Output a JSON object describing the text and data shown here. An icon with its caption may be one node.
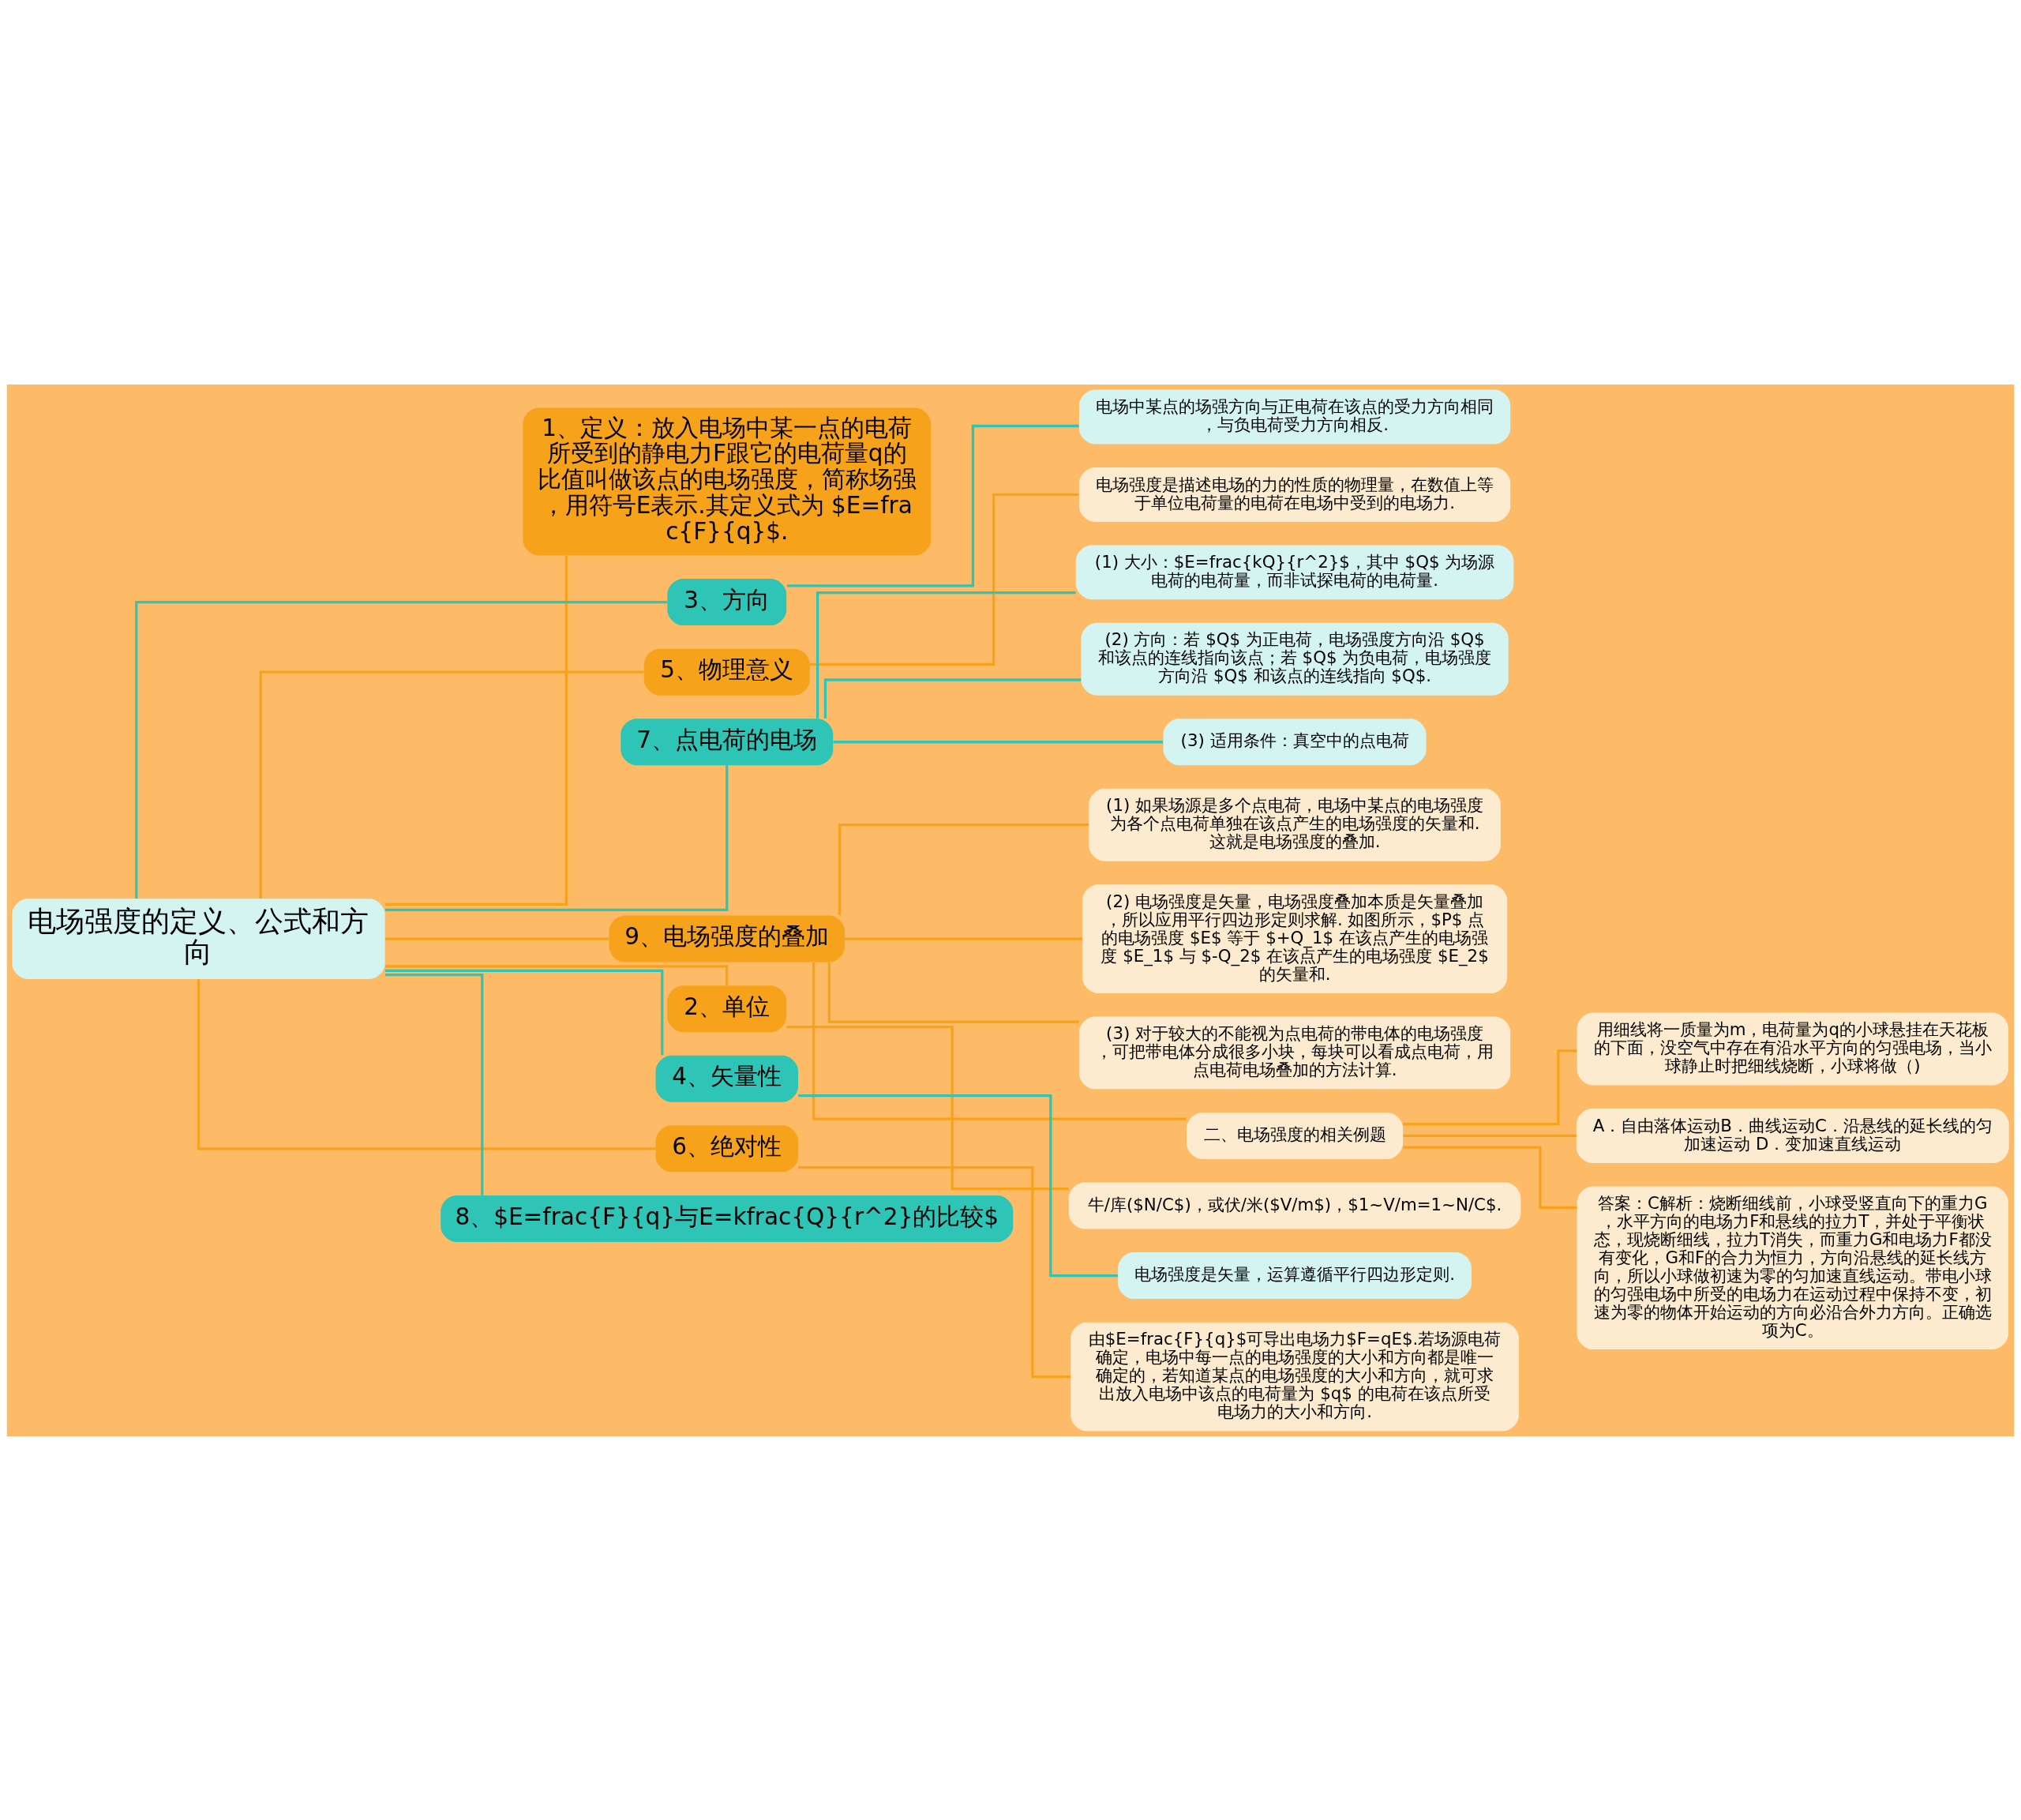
{
  "diagram": {
    "nodes": [
      {
        "text": [
          "电场强度的定义、公式和方向"
        ]
      },
      {
        "text": [
          "1、定义：放入电场中某一点的电荷所受到的静电力F跟它的电荷量q的比值叫做该点的电场强度，简称场强，用符号E表示.其定义式为 $E=frac{F}{q}$."
        ]
      },
      {
        "text": [
          "3、方向"
        ]
      },
      {
        "text": [
          "电场中某点的场强方向与正电荷在该点的受力方向相同，与负电荷受力方向相反."
        ]
      },
      {
        "text": [
          "5、物理意义"
        ]
      },
      {
        "text": [
          "电场强度是描述电场的力的性质的物理量，在数值上等于单位电荷量的电荷在电场中受到的电场力."
        ]
      },
      {
        "text": [
          "7、点电荷的电场"
        ]
      },
      {
        "text": [
          "(1) 大小：$E=frac{kQ}{r^2}$，其中 $Q$ 为场源电荷的电荷量，而非试探电荷的电荷量."
        ]
      },
      {
        "text": [
          "(2) 方向：若 $Q$ 为正电荷，电场强度方向沿 $Q$ 和该点的连线指向该点；若 $Q$ 为负电荷，电场强度方向沿 $Q$ 和该点的连线指向 $Q$."
        ]
      },
      {
        "text": [
          "(3) 适用条件：真空中的点电荷"
        ]
      },
      {
        "text": [
          "9、电场强度的叠加"
        ]
      },
      {
        "text": [
          "(1) 如果场源是多个点电荷，电场中某点的电场强度为各个点电荷单独在该点产生的电场强度的矢量和. 这就是电场强度的叠加."
        ]
      },
      {
        "text": [
          "(2) 电场强度是矢量，电场强度叠加本质是矢量叠加，所以应用平行四边形定则求解. 如图所示，$P$ 点的电场强度 $E$ 等于 $+Q_1$ 在该点产生的电场强度 $E_1$ 与 $-Q_2$ 在该点产生的电场强度 $E_2$ 的矢量和."
        ]
      },
      {
        "text": [
          "(3) 对于较大的不能视为点电荷的带电体的电场强度，可把带电体分成很多小块，每块可以看成点电荷，用点电荷电场叠加的方法计算."
        ]
      },
      {
        "text": [
          "二、电场强度的相关例题"
        ]
      },
      {
        "text": [
          "用细线将一质量为m，电荷量为q的小球悬挂在天花板的下面，没空气中存在有沿水平方向的匀强电场，当小球静止时把细线烧断，小球将做（)"
        ]
      },
      {
        "text": [
          "A．自由落体运动B．曲线运动C．沿悬线的延长线的匀加速运动 D．变加速直线运动"
        ]
      },
      {
        "text": [
          "答案：C解析：烧断细线前，小球受竖直向下的重力G，水平方向的电场力F和悬线的拉力T，并处于平衡状态，现烧断细线，拉力T消失，而重力G和电场力F都没有变化，G和F的合力为恒力，方向沿悬线的延长线方向，所以小球做初速为零的匀加速直线运动。带电小球的匀强电场中所受的电场力在运动过程中保持不变，初速为零的物体开始运动的方向必沿合外力方向。正确选项为C。"
        ]
      },
      {
        "text": [
          "2、单位"
        ]
      },
      {
        "text": [
          "牛/库($N/C$)，或伏/米($V/m$)，$1~V/m=1~N/C$."
        ]
      },
      {
        "text": [
          "4、矢量性"
        ]
      },
      {
        "text": [
          "电场强度是矢量，运算遵循平行四边形定则."
        ]
      },
      {
        "text": [
          "6、绝对性"
        ]
      },
      {
        "text": [
          "由$E=frac{F}{q}$可导出电场力$F=qE$.若场源电荷确定，电场中每一点的电场强度的大小和方向都是唯一确定的，若知道某点的电场强度的大小和方向，就可求出放入电场中该点的电荷量为 $q$ 的电荷在该点所受电场力的大小和方向."
        ]
      },
      {
        "text": [
          "8、$E=frac{F}{q}与E=kfrac{Q}{r^2}的比较$"
        ]
      }
    ],
    "edges": [
      {
        "from": 0,
        "to": 1,
        "arrow": "none"
      },
      {
        "from": 0,
        "to": 2,
        "arrow": "none",
        "color": "#2ec4b6"
      },
      {
        "from": 2,
        "to": 3,
        "arrow": "none",
        "color": "#2ec4b6"
      },
      {
        "from": 0,
        "to": 4,
        "arrow": "none"
      },
      {
        "from": 4,
        "to": 5,
        "arrow": "none"
      },
      {
        "from": 0,
        "to": 6,
        "arrow": "none",
        "color": "#2ec4b6"
      },
      {
        "from": 6,
        "to": 7,
        "arrow": "none",
        "color": "#2ec4b6"
      },
      {
        "from": 6,
        "to": 8,
        "arrow": "none",
        "color": "#2ec4b6"
      },
      {
        "from": 6,
        "to": 9,
        "arrow": "none",
        "color": "#2ec4b6"
      },
      {
        "from": 0,
        "to": 10,
        "arrow": "none"
      },
      {
        "from": 10,
        "to": 11,
        "arrow": "none"
      },
      {
        "from": 10,
        "to": 12,
        "arrow": "none"
      },
      {
        "from": 10,
        "to": 13,
        "arrow": "none"
      },
      {
        "from": 10,
        "to": 14,
        "arrow": "none"
      },
      {
        "from": 14,
        "to": 15,
        "arrow": "none"
      },
      {
        "from": 14,
        "to": 16,
        "arrow": "none"
      },
      {
        "from": 14,
        "to": 17,
        "arrow": "none"
      },
      {
        "from": 0,
        "to": 18,
        "arrow": "none"
      },
      {
        "from": 18,
        "to": 19,
        "arrow": "none"
      },
      {
        "from": 0,
        "to": 20,
        "arrow": "none",
        "color": "#2ec4b6"
      },
      {
        "from": 20,
        "to": 21,
        "arrow": "none",
        "color": "#2ec4b6"
      },
      {
        "from": 0,
        "to": 22,
        "arrow": "none"
      },
      {
        "from": 22,
        "to": 23,
        "arrow": "none"
      },
      {
        "from": 0,
        "to": 24,
        "arrow": "none",
        "color": "#2ec4b6"
      }
    ]
  }
}
